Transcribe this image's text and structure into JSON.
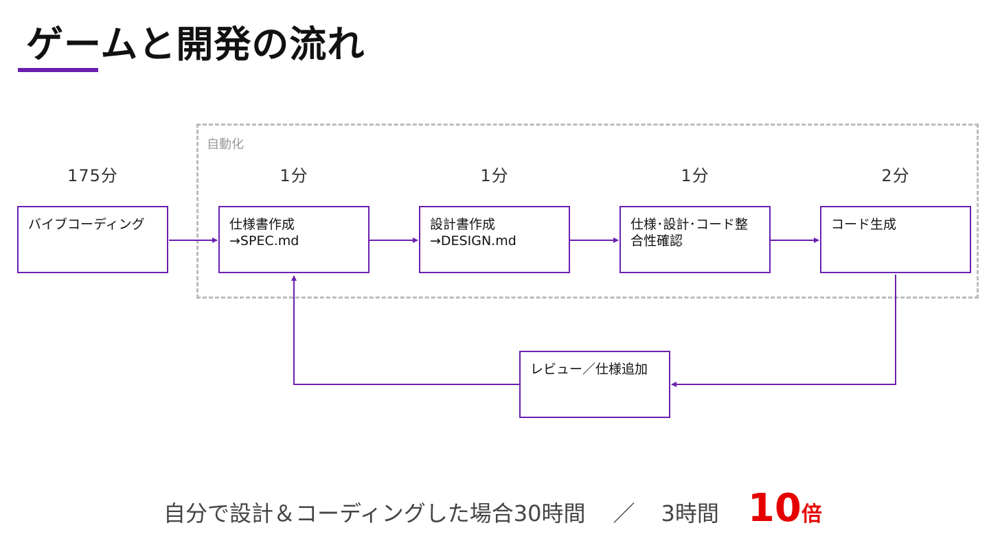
{
  "title": "ゲームと開発の流れ",
  "colors": {
    "accent": "#6a1fb0",
    "highlight": "#e60000",
    "dashed_border": "#bbbbbb"
  },
  "automation_label": "自動化",
  "steps": [
    {
      "time": "175分",
      "label": "バイブコーディング"
    },
    {
      "time": "1分",
      "label": "仕様書作成\n→SPEC.md"
    },
    {
      "time": "1分",
      "label": "設計書作成\n→DESIGN.md"
    },
    {
      "time": "1分",
      "label": "仕様･設計･コード整\n合性確認"
    },
    {
      "time": "2分",
      "label": "コード生成"
    }
  ],
  "review_step": {
    "label": "レビュー／仕様追加"
  },
  "summary": {
    "manual": "自分で設計＆コーディングした場合30時間",
    "separator": "／",
    "automated": "3時間",
    "ratio_number": "10",
    "ratio_unit": "倍"
  }
}
